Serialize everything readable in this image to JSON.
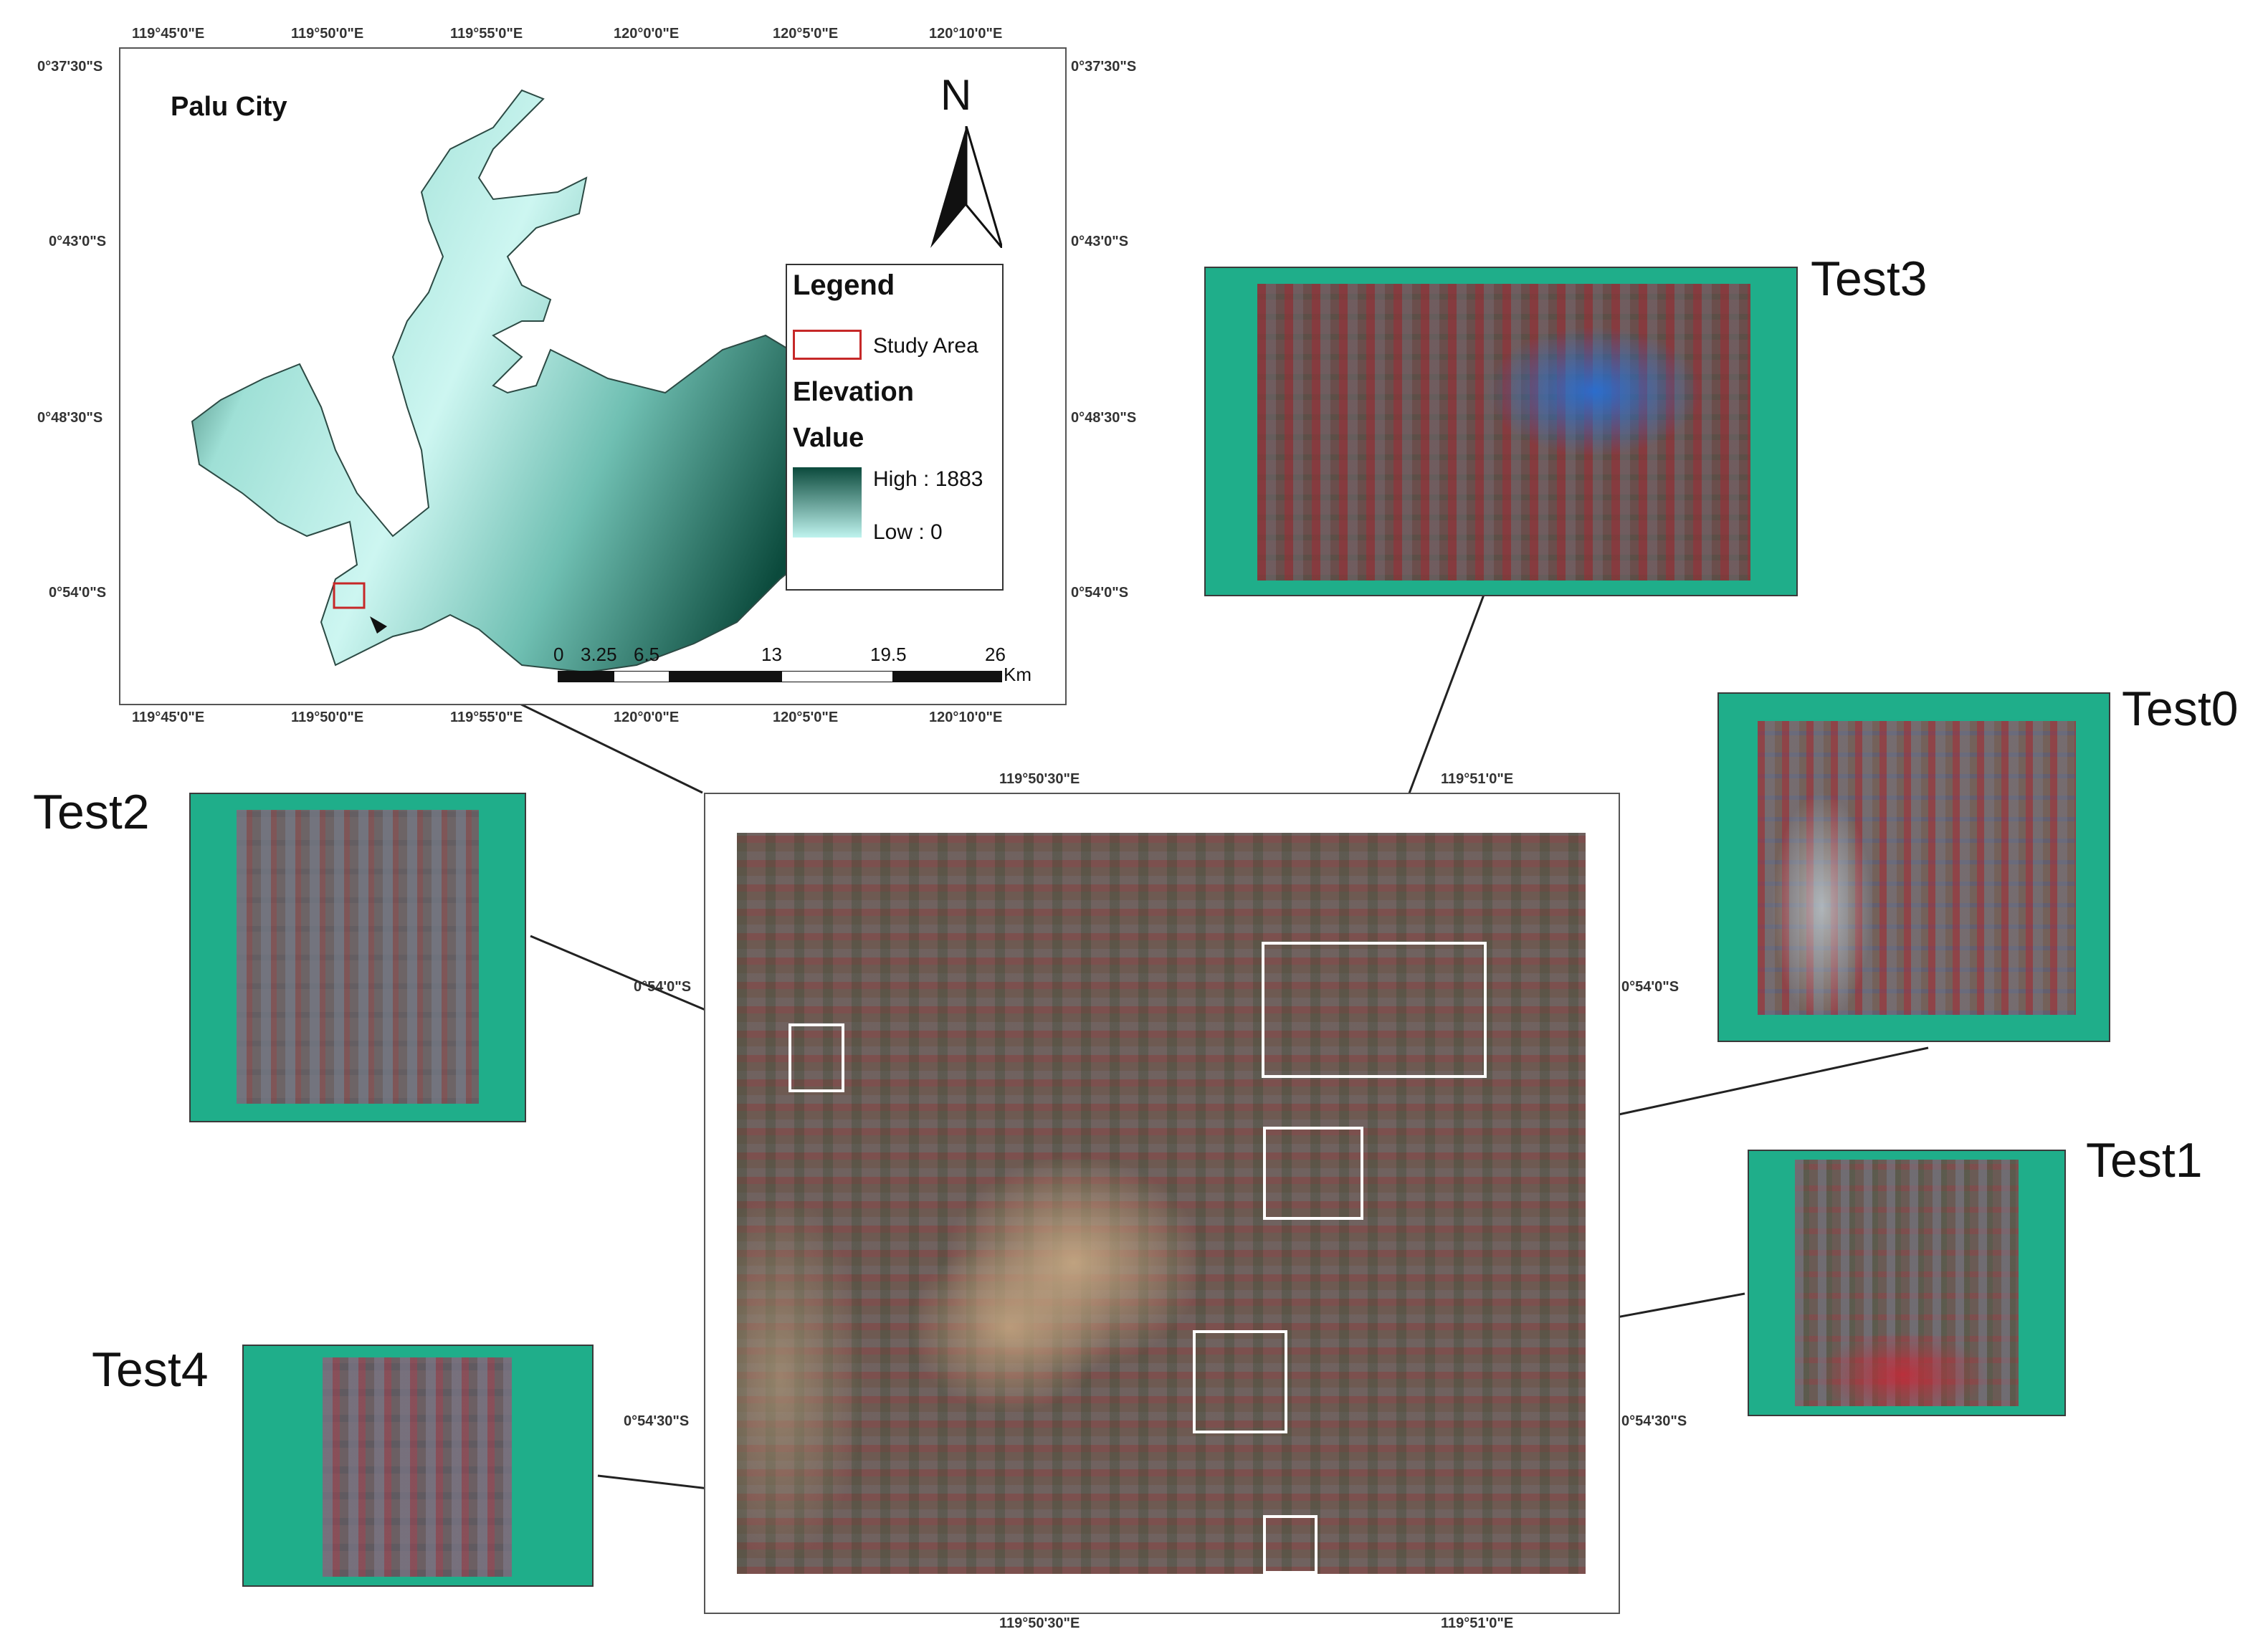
{
  "overview": {
    "title": "Palu City",
    "north": "N",
    "ticks_top": [
      "119°45'0\"E",
      "119°50'0\"E",
      "119°55'0\"E",
      "120°0'0\"E",
      "120°5'0\"E",
      "120°10'0\"E"
    ],
    "ticks_bottom": [
      "119°45'0\"E",
      "119°50'0\"E",
      "119°55'0\"E",
      "120°0'0\"E",
      "120°5'0\"E",
      "120°10'0\"E"
    ],
    "ticks_left": [
      "0°37'30\"S",
      "0°43'0\"S",
      "0°48'30\"S",
      "0°54'0\"S"
    ],
    "ticks_right": [
      "0°37'30\"S",
      "0°43'0\"S",
      "0°48'30\"S",
      "0°54'0\"S"
    ],
    "legend": {
      "title": "Legend",
      "study_area": "Study Area",
      "elevation": "Elevation",
      "value": "Value",
      "high": "High : 1883",
      "low": "Low : 0",
      "study_color": "#c62828",
      "ramp_high": "#0b4a3c",
      "ramp_low": "#bff3ee"
    },
    "scale": {
      "labels": [
        "0",
        "3.25",
        "6.5",
        "13",
        "19.5",
        "26"
      ],
      "unit": "Km"
    }
  },
  "study_map": {
    "ticks_top": [
      "119°50'30\"E",
      "119°51'0\"E"
    ],
    "ticks_bottom": [
      "119°50'30\"E",
      "119°51'0\"E"
    ],
    "ticks_left": [
      "0°54'0\"S",
      "0°54'30\"S"
    ],
    "ticks_right": [
      "0°54'0\"S",
      "0°54'30\"S"
    ]
  },
  "insets": {
    "test0": "Test0",
    "test1": "Test1",
    "test2": "Test2",
    "test3": "Test3",
    "test4": "Test4",
    "frame_color": "#1fae8a"
  }
}
